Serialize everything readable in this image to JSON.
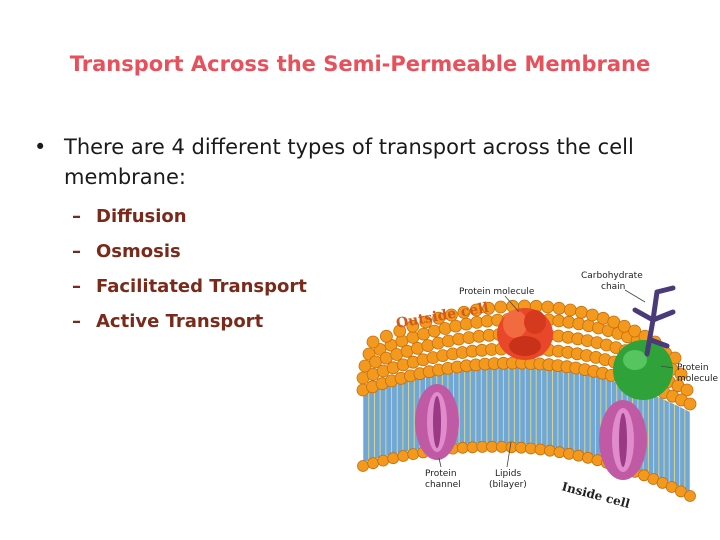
{
  "slide": {
    "title": "Transport Across the Semi-Permeable Membrane",
    "bullet": "There are 4 different types of transport across the cell membrane:",
    "bullet_marker": "•",
    "sub_marker": "–",
    "types": [
      "Diffusion",
      "Osmosis",
      "Facilitated Transport",
      "Active Transport"
    ]
  },
  "diagram": {
    "outside_label": "Outside cell",
    "inside_label": "Inside cell",
    "protein_molecule_top": "Protein molecule",
    "carbohydrate_chain": [
      "Carbohydrate",
      "chain"
    ],
    "protein_molecule_right": [
      "Protein",
      "molecule"
    ],
    "protein_channel": [
      "Protein",
      "channel"
    ],
    "lipid_bilayer": [
      "Lipids",
      "(bilayer)"
    ]
  },
  "colors": {
    "title": "#e8505b",
    "subitems": "#7a2a1a",
    "phospholipid_head": "#f39a1e",
    "tail_band": "#6fa7d8",
    "protein_channel": "#c05aa5",
    "protein_molecule_right": "#2fa33a",
    "protein_molecule_top": "#e8472a",
    "carbohydrate": "#4a3a7a"
  }
}
